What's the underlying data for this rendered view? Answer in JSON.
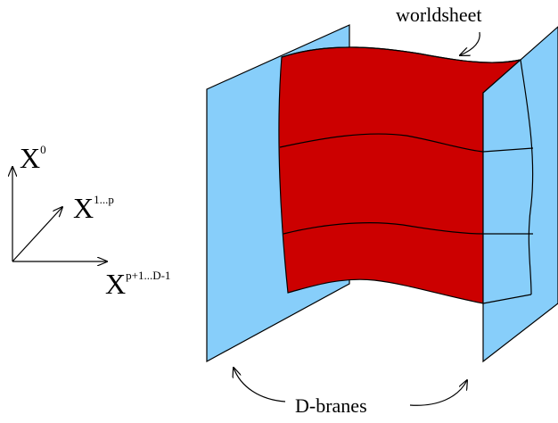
{
  "labels": {
    "worldsheet": "worldsheet",
    "dbranes": "D-branes"
  },
  "axes": {
    "time": {
      "base": "X",
      "sup": "0"
    },
    "parallel": {
      "base": "X",
      "sup": "1...p"
    },
    "transverse": {
      "base": "X",
      "sup": "p+1...D-1"
    }
  },
  "colors": {
    "brane_fill": "#87CEFA",
    "worldsheet_fill": "#CC0000",
    "stroke": "#000000",
    "background": "#ffffff"
  }
}
